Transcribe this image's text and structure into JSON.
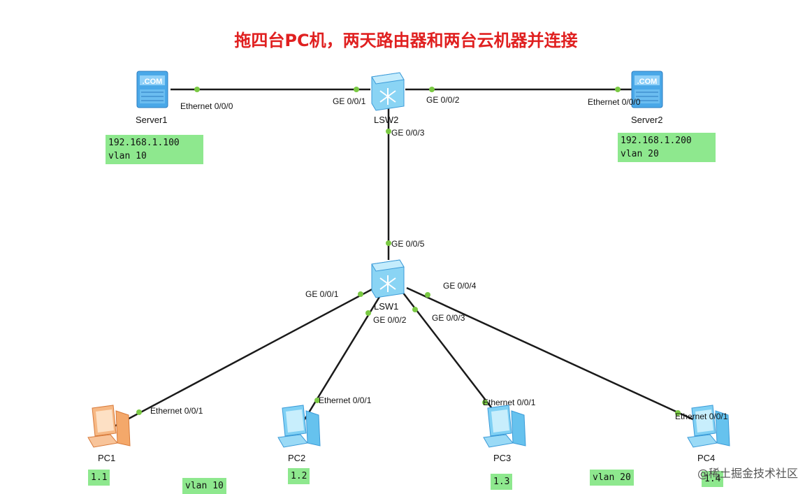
{
  "title": "拖四台PC机，两天路由器和两台云机器并连接",
  "devices": {
    "server1": {
      "name": "Server1",
      "icon": "server-icon",
      "icon_text": ".COM"
    },
    "server2": {
      "name": "Server2",
      "icon": "server-icon",
      "icon_text": ".COM"
    },
    "lsw2": {
      "name": "LSW2",
      "icon": "switch-icon"
    },
    "lsw1": {
      "name": "LSW1",
      "icon": "switch-icon"
    },
    "pc1": {
      "name": "PC1",
      "icon": "pc-icon",
      "color": "#f0a060"
    },
    "pc2": {
      "name": "PC2",
      "icon": "pc-icon",
      "color": "#6ec8f0"
    },
    "pc3": {
      "name": "PC3",
      "icon": "pc-icon",
      "color": "#6ec8f0"
    },
    "pc4": {
      "name": "PC4",
      "icon": "pc-icon",
      "color": "#6ec8f0"
    }
  },
  "ports": {
    "server1_eth": "Ethernet 0/0/0",
    "lsw2_ge1": "GE 0/0/1",
    "lsw2_ge2": "GE 0/0/2",
    "server2_eth": "Ethernet 0/0/0",
    "lsw2_ge3": "GE 0/0/3",
    "lsw1_ge5": "GE 0/0/5",
    "lsw1_ge1": "GE 0/0/1",
    "lsw1_ge2": "GE 0/0/2",
    "lsw1_ge3": "GE 0/0/3",
    "lsw1_ge4": "GE 0/0/4",
    "pc1_eth": "Ethernet 0/0/1",
    "pc2_eth": "Ethernet 0/0/1",
    "pc3_eth": "Ethernet 0/0/1",
    "pc4_eth": "Ethernet 0/0/1"
  },
  "notes": {
    "server1": "192.168.1.100\nvlan 10",
    "server2": "192.168.1.200\nvlan 20",
    "pc1": "1.1",
    "pc2": "1.2",
    "pc3": "1.3",
    "pc4": "1.4",
    "vlan10": "vlan 10",
    "vlan20": "vlan 20"
  },
  "links": [
    {
      "from": "Server1",
      "to": "LSW2"
    },
    {
      "from": "LSW2",
      "to": "Server2"
    },
    {
      "from": "LSW2",
      "to": "LSW1"
    },
    {
      "from": "LSW1",
      "to": "PC1"
    },
    {
      "from": "LSW1",
      "to": "PC2"
    },
    {
      "from": "LSW1",
      "to": "PC3"
    },
    {
      "from": "LSW1",
      "to": "PC4"
    }
  ],
  "colors": {
    "link": "#1a1a1a",
    "port_dot": "#7ac943",
    "note_bg": "#8ee88e",
    "title": "#e02020"
  },
  "watermark": "@稀土掘金技术社区"
}
